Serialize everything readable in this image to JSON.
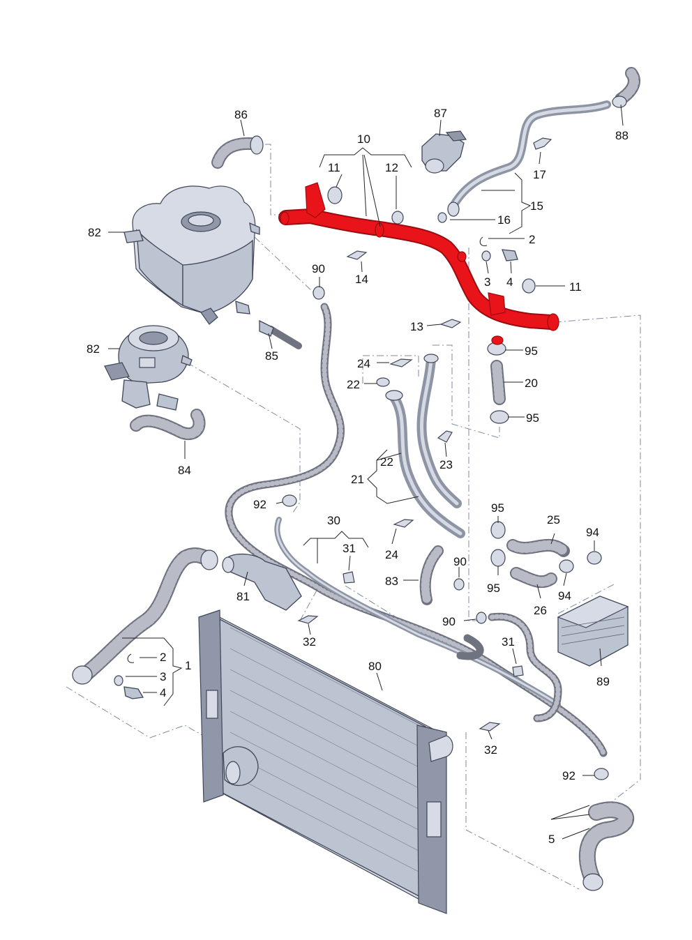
{
  "callouts": {
    "c1": "1",
    "c2a": "2",
    "c3a": "3",
    "c4a": "4",
    "c2b": "2",
    "c3b": "3",
    "c4b": "4",
    "c5": "5",
    "c10": "10",
    "c11a": "11",
    "c11b": "11",
    "c12": "12",
    "c13": "13",
    "c14": "14",
    "c15": "15",
    "c16": "16",
    "c17": "17",
    "c20": "20",
    "c21": "21",
    "c22a": "22",
    "c22b": "22",
    "c23": "23",
    "c24a": "24",
    "c24b": "24",
    "c25": "25",
    "c26": "26",
    "c30": "30",
    "c31a": "31",
    "c31b": "31",
    "c32a": "32",
    "c32b": "32",
    "c80": "80",
    "c81": "81",
    "c82a": "82",
    "c82b": "82",
    "c83": "83",
    "c84": "84",
    "c85": "85",
    "c86": "86",
    "c87": "87",
    "c88": "88",
    "c89": "89",
    "c90a": "90",
    "c90b": "90",
    "c90c": "90",
    "c92a": "92",
    "c92b": "92",
    "c94a": "94",
    "c94b": "94",
    "c95a": "95",
    "c95b": "95",
    "c95c": "95",
    "c95d": "95"
  },
  "highlight_color": "#e8141a",
  "highlighted_part": "10"
}
